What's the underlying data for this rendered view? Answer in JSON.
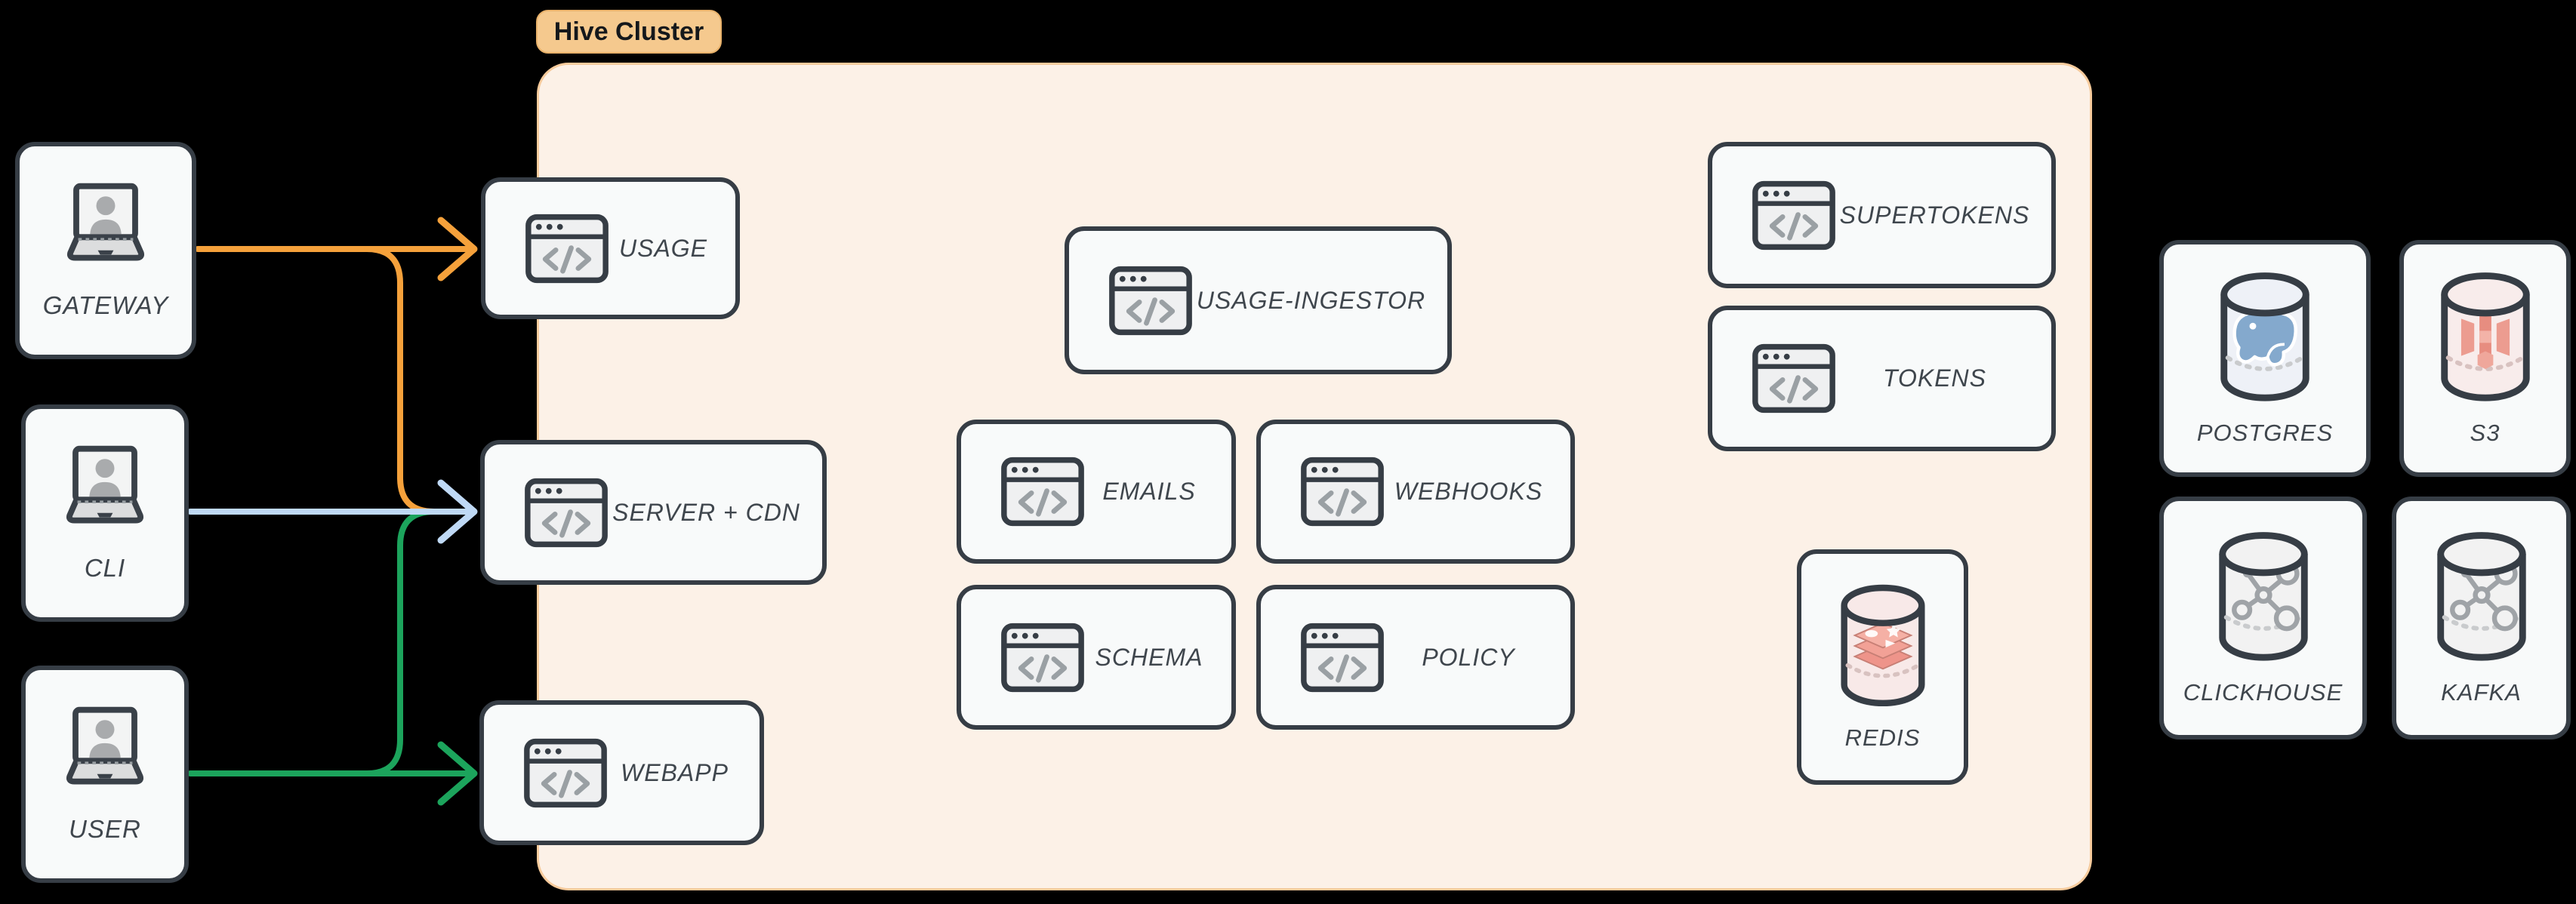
{
  "title_badge": "Hive Cluster",
  "actors": {
    "gateway": "GATEWAY",
    "cli": "CLI",
    "user": "USER"
  },
  "services": {
    "usage": "USAGE",
    "server_cdn": "SERVER + CDN",
    "webapp": "WEBAPP",
    "usage_ingestor": "USAGE-INGESTOR",
    "emails": "EMAILS",
    "webhooks": "WEBHOOKS",
    "schema": "SCHEMA",
    "policy": "POLICY",
    "supertokens": "SUPERTOKENS",
    "tokens": "TOKENS"
  },
  "datastores": {
    "redis": "REDIS",
    "postgres": "POSTGRES",
    "s3": "S3",
    "clickhouse": "CLICKHOUSE",
    "kafka": "KAFKA"
  },
  "connections": [
    {
      "from": "GATEWAY",
      "to": "USAGE",
      "color": "#F5A13B"
    },
    {
      "from": "GATEWAY",
      "to": "SERVER + CDN",
      "color": "#F5A13B"
    },
    {
      "from": "CLI",
      "to": "SERVER + CDN",
      "color": "#BFD9F5"
    },
    {
      "from": "USER",
      "to": "SERVER + CDN",
      "color": "#1CA45C"
    },
    {
      "from": "USER",
      "to": "WEBAPP",
      "color": "#1CA45C"
    }
  ],
  "icons": {
    "actor": "laptop-user-icon",
    "service": "code-window-icon",
    "datastore": "database-cylinder-icon"
  },
  "colors": {
    "background": "#000000",
    "node_fill": "#F8FAFA",
    "node_border": "#363D45",
    "cluster_fill": "#FCF1E7",
    "cluster_border": "#F7CB9C",
    "badge_fill": "#F5C98E",
    "label_text": "#3F464D",
    "arrow_orange": "#F5A13B",
    "arrow_blue": "#BFD9F5",
    "arrow_green": "#1CA45C"
  }
}
